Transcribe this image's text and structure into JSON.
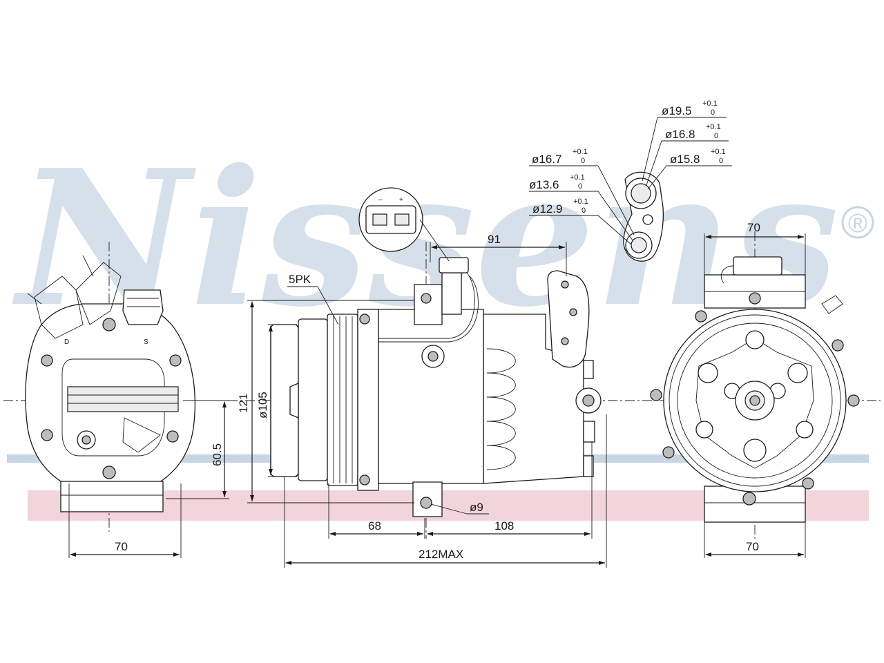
{
  "brand": {
    "watermark": "Nissens",
    "registered_mark": "®",
    "stripe_blue": "#c8d6e3",
    "stripe_red": "#f2d5da"
  },
  "dimensions": {
    "left_width": "70",
    "left_height": "60.5",
    "overall_height": "121",
    "pulley_diameter": "ø105",
    "belt_type": "5PK",
    "connector_offset": "91",
    "pulley_to_mount": "68",
    "mount_to_end": "108",
    "overall_length": "212MAX",
    "hole_diameter": "ø9",
    "right_top_width": "70",
    "right_bottom_width": "70"
  },
  "ports": {
    "suction": [
      {
        "diameter": "ø19.5",
        "tol_upper": "+0.1",
        "tol_lower": "0"
      },
      {
        "diameter": "ø16.8",
        "tol_upper": "+0.1",
        "tol_lower": "0"
      },
      {
        "diameter": "ø15.8",
        "tol_upper": "+0.1",
        "tol_lower": "0"
      }
    ],
    "discharge": [
      {
        "diameter": "ø16.7",
        "tol_upper": "+0.1",
        "tol_lower": "0"
      },
      {
        "diameter": "ø13.6",
        "tol_upper": "+0.1",
        "tol_lower": "0"
      },
      {
        "diameter": "ø12.9",
        "tol_upper": "+0.1",
        "tol_lower": "0"
      }
    ]
  },
  "port_marks": {
    "discharge": "D",
    "suction": "S"
  },
  "connector": {
    "pin_minus": "–",
    "pin_plus": "+"
  }
}
